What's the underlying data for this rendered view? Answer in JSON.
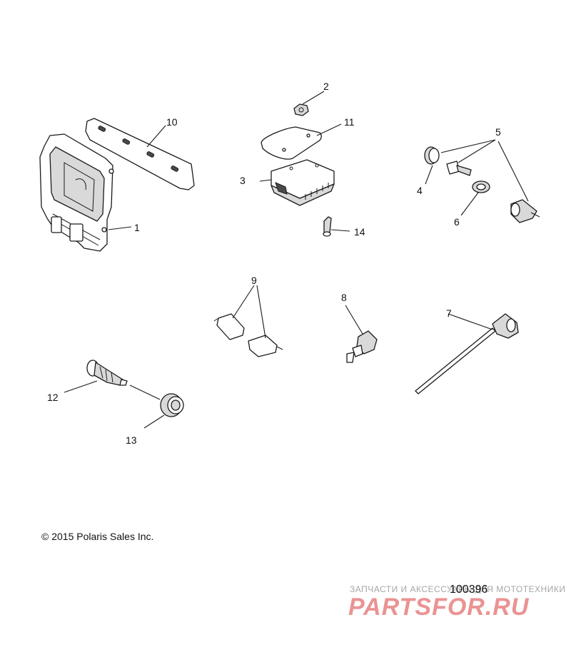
{
  "callouts": {
    "c1": "1",
    "c2": "2",
    "c3": "3",
    "c4": "4",
    "c5": "5",
    "c6": "6",
    "c7": "7",
    "c8": "8",
    "c9": "9",
    "c10": "10",
    "c11": "11",
    "c12": "12",
    "c13": "13",
    "c14": "14"
  },
  "copyright": "© 2015 Polaris Sales Inc.",
  "reference_number": "100396",
  "watermark": {
    "tagline": "ЗАПЧАСТИ И АКСЕССУАРЫ ДЛЯ МОТОТЕХНИКИ",
    "logo": "PARTSFOR.RU"
  }
}
